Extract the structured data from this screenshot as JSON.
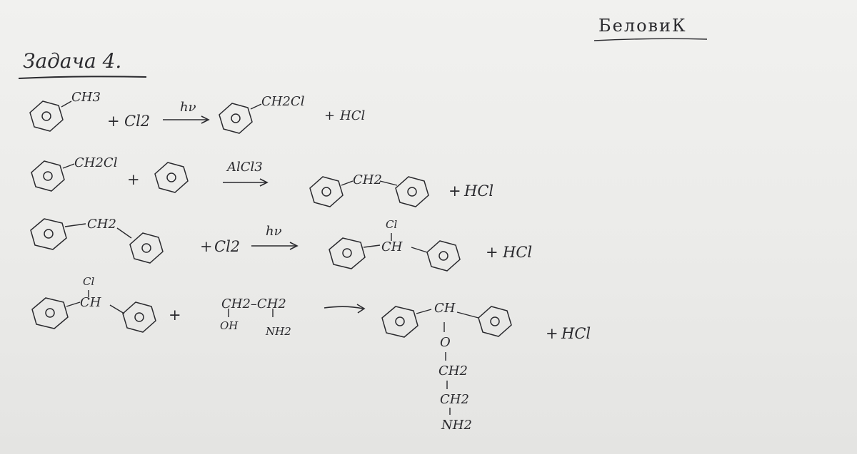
{
  "corner_label": "БеловиК",
  "title": "Задача 4.",
  "reactions": [
    {
      "r1_substituent": "CH3",
      "reagent": "Cl2",
      "condition": "hν",
      "p_substituent": "CH2Cl",
      "byproduct": "HCl"
    },
    {
      "r1_substituent": "CH2Cl",
      "condition": "AlCl3",
      "p_bridge": "CH2",
      "byproduct": "HCl"
    },
    {
      "r1_bridge": "CH2",
      "reagent": "Cl2",
      "condition": "hν",
      "p_top": "Cl",
      "p_bridge": "CH",
      "byproduct": "HCl"
    },
    {
      "r1_top": "Cl",
      "r1_bridge": "CH",
      "reagent_chain": "CH2–CH2",
      "reagent_oh": "OH",
      "reagent_nh2": "NH2",
      "p_bridge": "CH",
      "p_chain": [
        "O",
        "CH2",
        "CH2",
        "NH2"
      ],
      "byproduct": "HCl"
    }
  ],
  "symbols": {
    "plus": "+"
  }
}
